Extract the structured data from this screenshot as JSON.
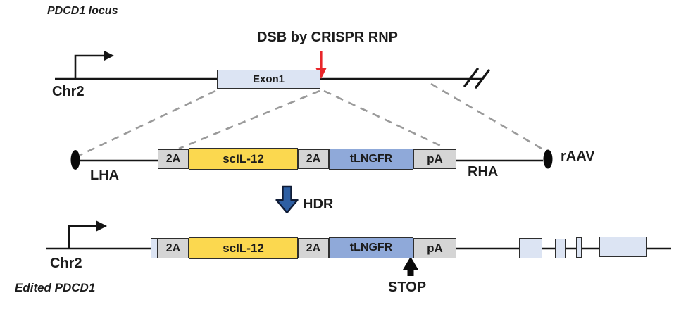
{
  "figure": {
    "locus_title": "PDCD1 locus",
    "dsb_label": "DSB by CRISPR RNP",
    "chr_label_top": "Chr2",
    "exon1_label": "Exon1",
    "lha_label": "LHA",
    "rha_label": "RHA",
    "raav_label": "rAAV",
    "hdr_label": "HDR",
    "chr_label_bottom": "Chr2",
    "edited_label": "Edited PDCD1",
    "stop_label": "STOP",
    "cassette": [
      {
        "label": "2A",
        "color": "#d5d5d5"
      },
      {
        "label": "scIL-12",
        "color": "#fbd84f"
      },
      {
        "label": "2A",
        "color": "#d5d5d5"
      },
      {
        "label": "tLNGFR",
        "color": "#8fa9d9"
      },
      {
        "label": "pA",
        "color": "#d5d5d5"
      }
    ],
    "colors": {
      "exon_fill": "#dce4f3",
      "cassette_grey": "#d5d5d5",
      "cassette_yellow": "#fbd84f",
      "cassette_blue": "#8fa9d9",
      "dsb_arrow_red": "#e8262a",
      "hdr_arrow_blue": "#2e5fa3",
      "line_black": "#151515",
      "dashed_grey": "#999999"
    }
  }
}
